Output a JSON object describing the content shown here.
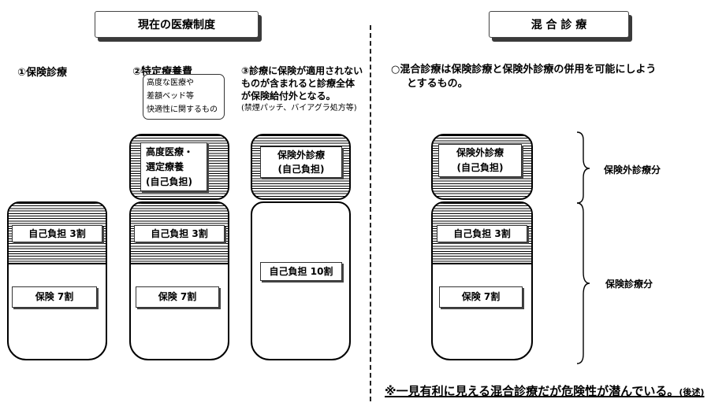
{
  "tabs": {
    "current_system": "現在の医療制度",
    "mixed_treatment": "混 合 診 療"
  },
  "columns": {
    "insurance": {
      "heading": "①保険診療"
    },
    "special": {
      "heading": "②特定療養費",
      "note_lines": [
        "高度な医療や",
        "差額ベッド等",
        "快適性に関するもの"
      ]
    },
    "full": {
      "heading_lines": [
        "③診療に保険が適用されない",
        "ものが含まれると診療全体",
        "が保険給付外となる。",
        "(禁煙パッチ、バイアグラ処方等)"
      ]
    }
  },
  "right": {
    "description_lines": [
      "○混合診療は保険診療と保険外診療の併用を可能にしよう",
      "とするもの。"
    ],
    "brace_top_label": "保険外診療分",
    "brace_bottom_label": "保険診療分"
  },
  "labels": {
    "self_pay_30": "自己負担 3割",
    "insurance_70": "保険 7割",
    "advanced_medical": [
      "高度医療・",
      "選定療養",
      "(自己負担)"
    ],
    "non_insured": [
      "保険外診療",
      "(自己負担)"
    ],
    "self_pay_100": "自己負担 10割"
  },
  "bottom_note": {
    "main": "※一見有利に見える混合診療だが危険性が潜んでいる。",
    "suffix": "(後述)"
  }
}
